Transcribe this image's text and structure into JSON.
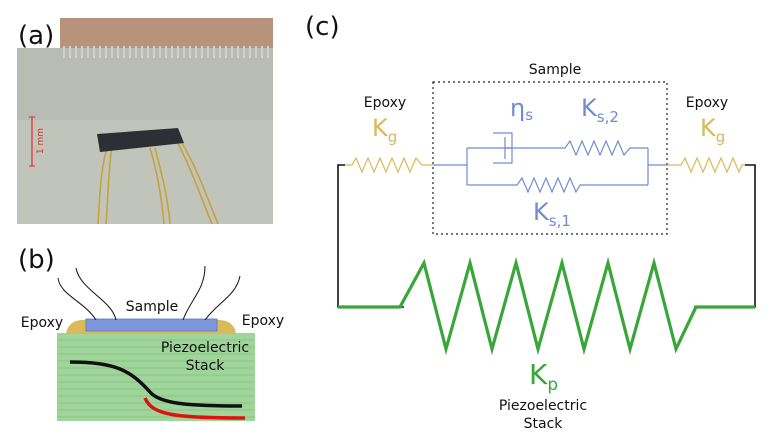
{
  "panels": {
    "a": {
      "label": "(a)",
      "scale_bar": "1 mm"
    },
    "b": {
      "label": "(b)",
      "sample": "Sample",
      "epoxy_left": "Epoxy",
      "epoxy_right": "Epoxy",
      "stack_line1": "Piezoelectric",
      "stack_line2": "Stack"
    },
    "c": {
      "label": "(c)",
      "sample": "Sample",
      "epoxy_left": "Epoxy",
      "epoxy_right": "Epoxy",
      "kg_main": "K",
      "kg_sub": "g",
      "eta_main": "η",
      "eta_sub": "s",
      "ks2_main": "K",
      "ks2_sub": "s,2",
      "ks1_main": "K",
      "ks1_sub": "s,1",
      "kp_main": "K",
      "kp_sub": "p",
      "stack_line1": "Piezoelectric",
      "stack_line2": "Stack"
    }
  },
  "colors": {
    "epoxy": "#d9b95a",
    "sample": "#6f8cd2",
    "stack": "#3aa63a",
    "stack_fill": "#9fd49a",
    "wire_red": "#e01010",
    "photo_bg": "#b9bdb3"
  }
}
